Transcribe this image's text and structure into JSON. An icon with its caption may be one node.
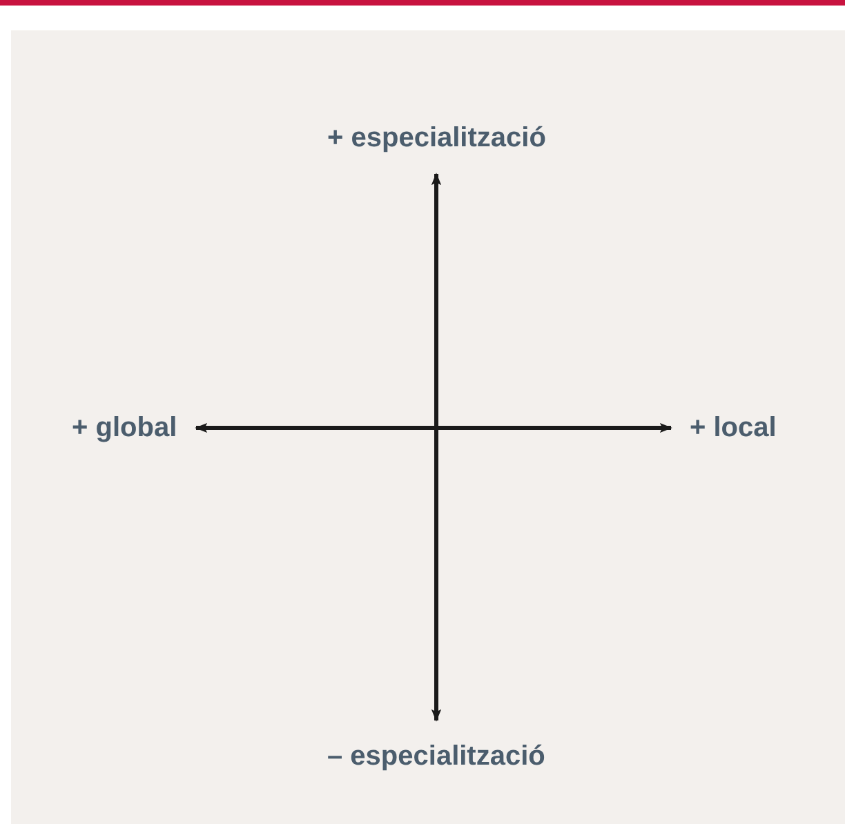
{
  "diagram": {
    "nodes": [
      {
        "text": [
          "+ especialització"
        ]
      },
      {
        "text": [
          "+ global"
        ]
      },
      {
        "text": [
          "+ local"
        ]
      },
      {
        "text": [
          "– especialització"
        ]
      }
    ],
    "edges": [
      {
        "from": 0,
        "to": 3,
        "arrow": "both"
      },
      {
        "from": 1,
        "to": 2,
        "arrow": "both"
      }
    ]
  }
}
